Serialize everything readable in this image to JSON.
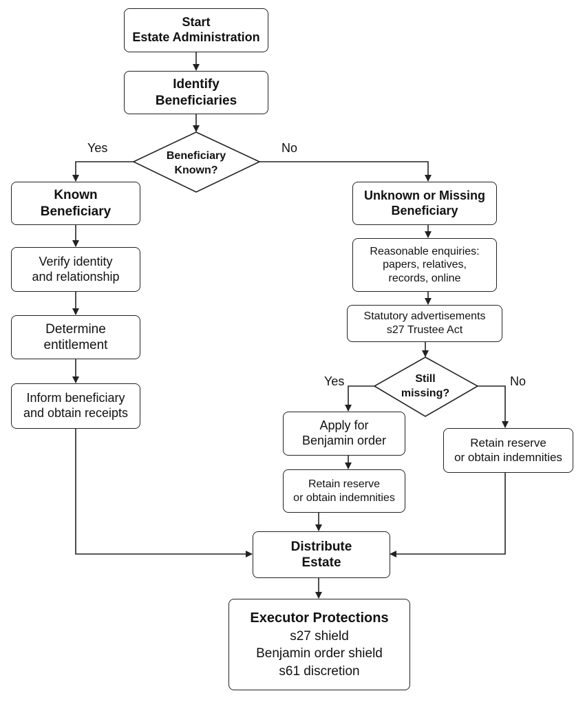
{
  "start": {
    "line1": "Start",
    "line2": "Estate Administration"
  },
  "identify": {
    "line1": "Identify",
    "line2": "Beneficiaries"
  },
  "decision_known": {
    "line1": "Beneficiary",
    "line2": "Known?",
    "yes": "Yes",
    "no": "No"
  },
  "known": {
    "line1": "Known",
    "line2": "Beneficiary"
  },
  "verify": {
    "line1": "Verify identity",
    "line2": "and relationship"
  },
  "determine": {
    "line1": "Determine",
    "line2": "entitlement"
  },
  "inform": {
    "line1": "Inform beneficiary",
    "line2": "and obtain receipts"
  },
  "unknown": {
    "line1": "Unknown or Missing",
    "line2": "Beneficiary"
  },
  "enquiries": {
    "line1": "Reasonable enquiries:",
    "line2": "papers, relatives,",
    "line3": "records, online"
  },
  "adverts": {
    "line1": "Statutory advertisements",
    "line2": "s27 Trustee Act"
  },
  "decision_missing": {
    "line1": "Still",
    "line2": "missing?",
    "yes": "Yes",
    "no": "No"
  },
  "benjamin": {
    "line1": "Apply for",
    "line2": "Benjamin order"
  },
  "retain_left": {
    "line1": "Retain reserve",
    "line2": "or obtain indemnities"
  },
  "retain_right": {
    "line1": "Retain reserve",
    "line2": "or obtain indemnities"
  },
  "distribute": {
    "line1": "Distribute",
    "line2": "Estate"
  },
  "protections": {
    "title": "Executor Protections",
    "line1": "s27 shield",
    "line2": "Benjamin order shield",
    "line3": "s61 discretion"
  },
  "colors": {
    "stroke": "#222222",
    "background": "#ffffff"
  }
}
